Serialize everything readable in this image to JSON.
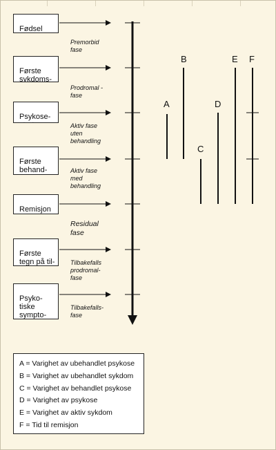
{
  "stages": [
    {
      "label": "Fødsel"
    },
    {
      "label": "Første\nsykdoms-\ntegn"
    },
    {
      "label": "Psykose-\nstart"
    },
    {
      "label": "Første\nbehand-\nling"
    },
    {
      "label": "Remisjon"
    },
    {
      "label": "Første\ntegn på til-\nbakefall"
    },
    {
      "label": "Psyko-\ntiske\nsympto-\nmer"
    }
  ],
  "phases": [
    {
      "label": "Premorbid\nfase"
    },
    {
      "label": "Prodromal -\nfase"
    },
    {
      "label": "Aktiv fase\nuten\nbehandling"
    },
    {
      "label": "Aktiv fase\nmed\nbehandling"
    },
    {
      "label": "Residual\nfase"
    },
    {
      "label": "Tilbakefalls\nprodromal-\nfase"
    },
    {
      "label": "Tilbakefalls-\nfase"
    }
  ],
  "durations": [
    {
      "letter": "A",
      "meaning": "Varighet av ubehandlet psykose",
      "from_stage": "Psykose-start",
      "to_stage": "Første behandling"
    },
    {
      "letter": "B",
      "meaning": "Varighet av ubehandlet sykdom",
      "from_stage": "Første sykdomstegn",
      "to_stage": "Første behandling"
    },
    {
      "letter": "C",
      "meaning": "Varighet av behandlet psykose",
      "from_stage": "Første behandling",
      "to_stage": "Remisjon"
    },
    {
      "letter": "D",
      "meaning": "Varighet av psykose",
      "from_stage": "Psykose-start",
      "to_stage": "Remisjon"
    },
    {
      "letter": "E",
      "meaning": "Varighet av aktiv sykdom",
      "from_stage": "Første sykdomstegn",
      "to_stage": "Remisjon"
    },
    {
      "letter": "F",
      "meaning": "Tid til remisjon",
      "from_stage": "Første sykdomstegn",
      "to_stage": "Remisjon"
    }
  ],
  "legend": [
    {
      "text": "A = Varighet av ubehandlet psykose"
    },
    {
      "text": "B = Varighet av ubehandlet sykdom"
    },
    {
      "text": "C = Varighet av behandlet psykose"
    },
    {
      "text": "D = Varighet av psykose"
    },
    {
      "text": "E = Varighet av aktiv sykdom"
    },
    {
      "text": "F = Tid til remisjon"
    }
  ],
  "colors": {
    "background": "#fbf5e3",
    "line": "#111111",
    "box": "#ffffff"
  }
}
